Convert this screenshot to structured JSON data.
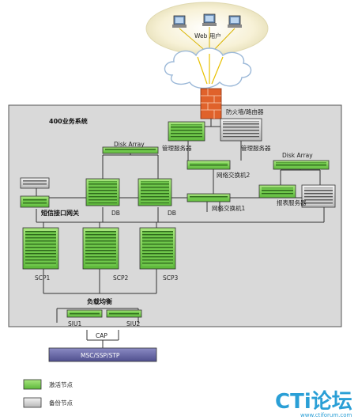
{
  "title": "400业务系统",
  "web_users": "Web 用户",
  "firewall": "防火墙/路由器",
  "disk_array_left": "Disk Array",
  "disk_array_right": "Disk Array",
  "mgmt_server_1": "管理服务器",
  "mgmt_server_2": "管理服务器",
  "switch_2": "网络交换机2",
  "switch_1": "网络交换机1",
  "report_server": "报表服务器",
  "sms_gateway": "短信接口网关",
  "db_1": "DB",
  "db_2": "DB",
  "scp1": "SCP1",
  "scp2": "SCP2",
  "scp3": "SCP3",
  "load_balance": "负载均衡",
  "siu1": "SIU1",
  "siu2": "SIU2",
  "cap": "CAP",
  "msc": "MSC/SSP/STP",
  "legend": {
    "active": "激活节点",
    "backup": "备份节点"
  },
  "watermark": {
    "logo": "CTi论坛",
    "url": "www.ctiforum.com"
  },
  "colors": {
    "active": "#7bd055",
    "backup": "#d8d8d8",
    "system_bg": "#d9d9d9",
    "msc": "#6a6aa8",
    "firewall": "#e05a28"
  }
}
